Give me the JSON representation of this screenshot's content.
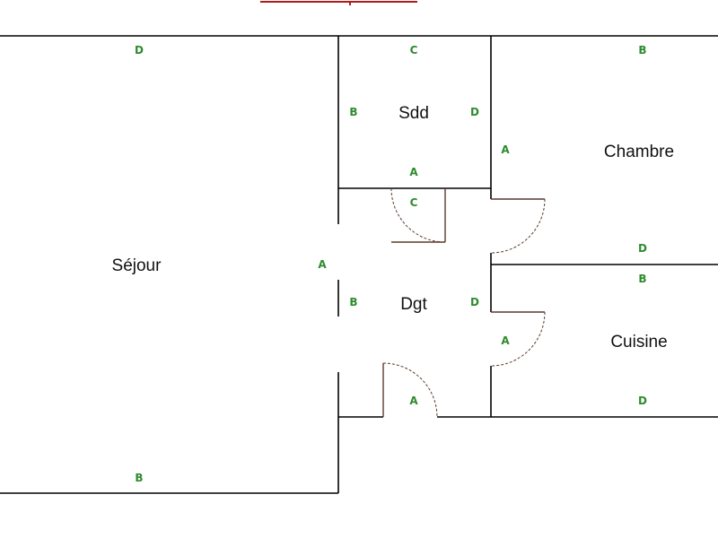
{
  "colors": {
    "wall": "#000000",
    "door": "#5a3a2a",
    "wall_label": "#2e8b2e",
    "room_label": "#111111",
    "accent": "#b21b1b"
  },
  "rooms": {
    "sejour": {
      "name": "Séjour",
      "walls": {
        "top": "D",
        "bottom": "B",
        "right": "A"
      }
    },
    "sdd": {
      "name": "Sdd",
      "walls": {
        "top": "C",
        "left": "B",
        "right": "D",
        "bottom": "A"
      }
    },
    "dgt": {
      "name": "Dgt",
      "walls": {
        "top": "C",
        "left": "B",
        "right": "D",
        "bottom": "A"
      }
    },
    "chambre": {
      "name": "Chambre",
      "walls": {
        "top": "B",
        "left": "A",
        "bottom": "D"
      }
    },
    "cuisine": {
      "name": "Cuisine",
      "walls": {
        "top": "B",
        "left": "A",
        "bottom": "D"
      }
    }
  }
}
